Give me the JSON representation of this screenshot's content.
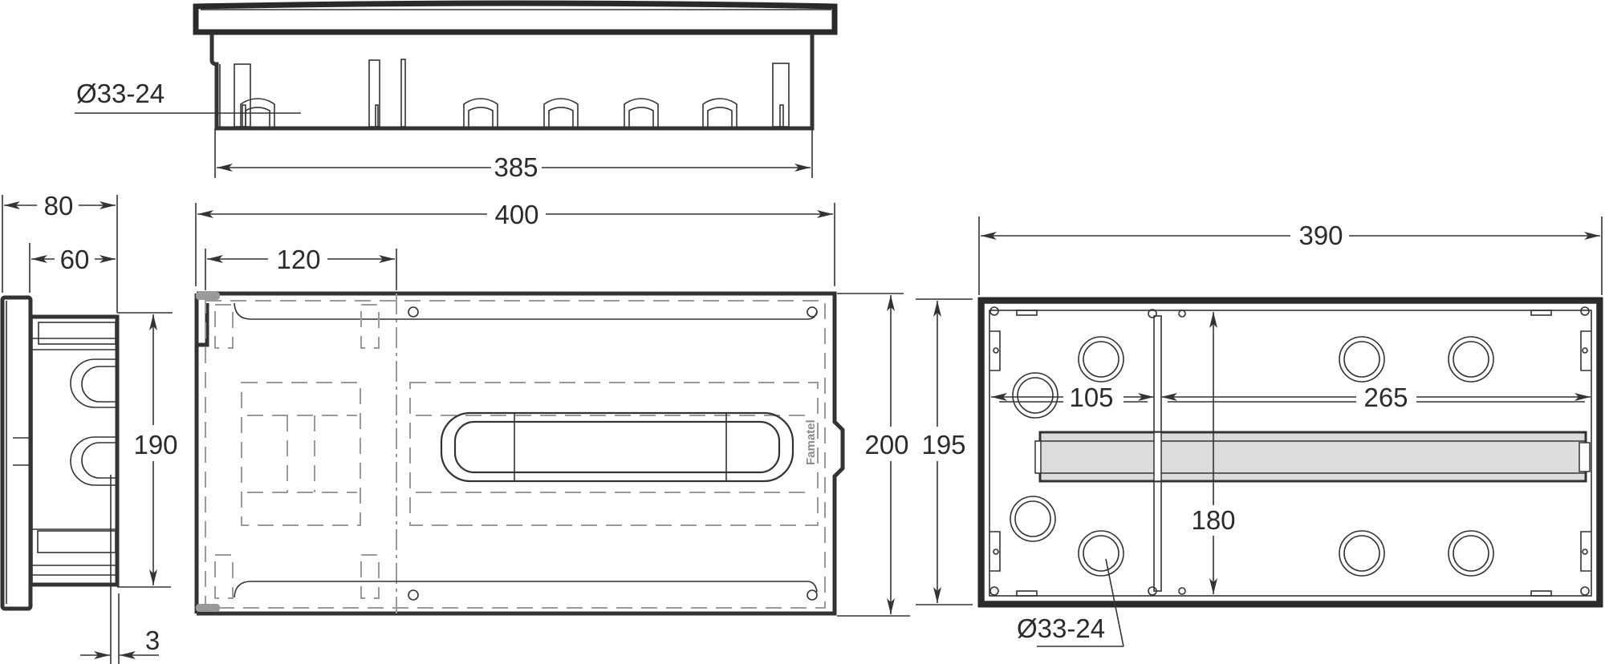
{
  "drawing": {
    "type": "technical-dimension-drawing",
    "subject": "flush-mounted distribution enclosure",
    "units": "mm",
    "line_color": "#333333",
    "hidden_line_color": "#9a9a9a",
    "din_rail_fill": "#dcdcdc"
  },
  "views": {
    "top_view": {
      "knockout_label": "Ø33-24",
      "width_label": "385"
    },
    "side_view": {
      "depth_total_label": "80",
      "depth_box_label": "60",
      "height_label": "190",
      "flange_label": "3"
    },
    "front_view": {
      "width_label": "400",
      "hinge_offset_label": "120",
      "height_label": "200",
      "inner_height_label": "195",
      "brand_text": "Famatel"
    },
    "back_view": {
      "width_label": "390",
      "left_section_label": "105",
      "right_section_label": "265",
      "rail_height_label": "180",
      "knockout_label": "Ø33-24"
    }
  }
}
